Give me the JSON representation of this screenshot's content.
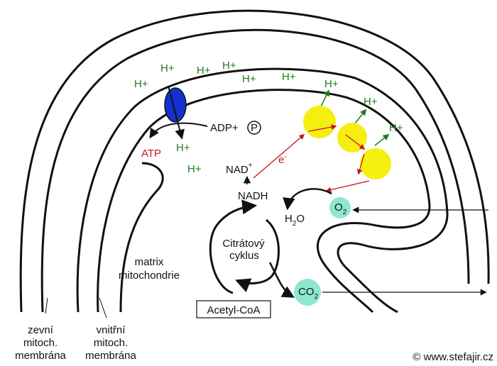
{
  "membranes": {
    "outer_label": [
      "zevní",
      "mitoch.",
      "membrána"
    ],
    "inner_label": [
      "vnitřní",
      "mitoch.",
      "membrána"
    ]
  },
  "matrix_label": [
    "matrix",
    "mitochondrie"
  ],
  "proton": "H+",
  "atp_synthase": {
    "adp": "ADP+",
    "phosphate": "P",
    "atp": "ATP"
  },
  "electron": {
    "base": "e",
    "sup": "-"
  },
  "nad": {
    "base": "NAD",
    "sup": "+"
  },
  "nadh": "NADH",
  "oxygen": {
    "base": "O",
    "sub": "2"
  },
  "water": {
    "h": "H",
    "sub": "2",
    "o": "O"
  },
  "citric_cycle": [
    "Citrátový",
    "cyklus"
  ],
  "acetyl": "Acetyl-CoA",
  "co2": {
    "base": "CO",
    "sub": "2"
  },
  "copyright": "© www.stefajir.cz",
  "colors": {
    "proton_text": "#1f7a1f",
    "atp_synthase": "#1530d0",
    "complex": "#f5ef10",
    "gas_bubble": "#8ee8cf",
    "electron_path": "#c8151b"
  }
}
